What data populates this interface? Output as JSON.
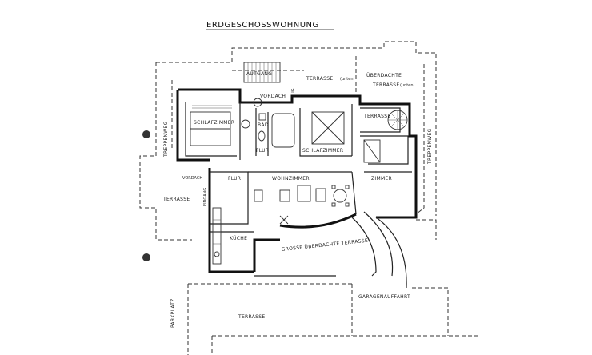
{
  "title": "ERDGESCHOSSWOHNUNG",
  "rooms": {
    "autgang": "AUTGANG",
    "terrasse_unten_top": "TERRASSE",
    "terrasse_unten_top_note": "(unten)",
    "uberdachte": "ÜBERDACHTE",
    "terrasse_unten_2": "TERRASSE",
    "terrasse_unten_2_note": "(unten)",
    "vordach_top": "VORDACH",
    "schlafzimmer_left": "SCHLAFZIMMER",
    "bad": "BAD",
    "flur_top": "FLUR",
    "schlafzimmer_mid": "SCHLAFZIMMER",
    "terrasse_small": "TERRASSE",
    "vordach_left": "VORDACH",
    "flur_left": "FLUR",
    "wohnzimmer": "WOHNZIMMER",
    "zimmer": "ZIMMER",
    "eingang": "EINGANG",
    "terrasse_left": "TERRASSE",
    "kuche": "KÜCHE",
    "grosse_terrasse": "GROSSE ÜBERDACHTE TERRASSE",
    "garagenauffahrt": "GARAGENAUFFAHRT",
    "terrasse_bottom": "TERRASSE",
    "treppenweg_left": "TREPPENWEG",
    "treppenweg_right": "TREPPENWEG",
    "parkplatz": "PARKPLATZ",
    "ausgang_vertical": "UG"
  }
}
